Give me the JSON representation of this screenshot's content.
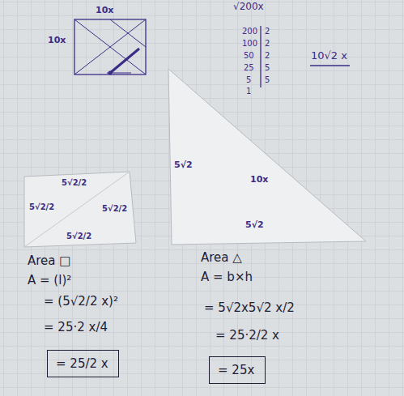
{
  "diagram": {
    "nodes": [
      {
        "text": [
          "10x",
          "10x"
        ]
      },
      {
        "text": [
          "5√2/2",
          "5√2/2",
          "5√2/2",
          "5√2/2"
        ]
      },
      {
        "text": [
          "5√2",
          "10x",
          "5√2"
        ]
      },
      {
        "text": [
          "= 25/2 x"
        ]
      },
      {
        "text": [
          "= 25x"
        ]
      }
    ],
    "labels": [
      "√200x",
      "200",
      "2",
      "100",
      "2",
      "50",
      "2",
      "25",
      "5",
      "5",
      "5",
      "1",
      "10√2 x",
      "Area □",
      "A = (l)²",
      "= (5√2/2 x)²",
      "= 25·2 x/4",
      "Area △",
      "A = b×h",
      "= 5√2x5√2 x/2",
      "= 25·2/2 x"
    ]
  }
}
